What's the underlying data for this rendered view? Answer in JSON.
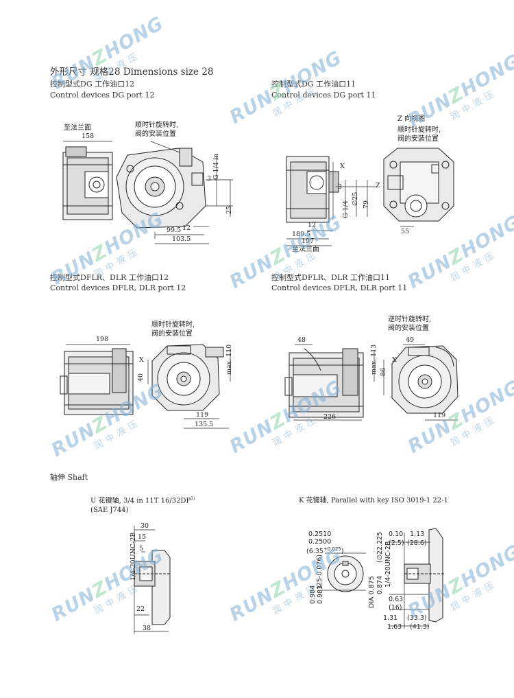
{
  "header": {
    "title": "外形尺寸 规格28  Dimensions size 28"
  },
  "sections": {
    "dg12": {
      "caption_cn": "控制型式DG 工作油口12",
      "caption_en": "Control devices DG port 12",
      "note_flange": "至法兰面",
      "note_rotation": "顺时针旋转时,",
      "note_valve": "阀的安装位置",
      "dims": {
        "d158": "158",
        "g14": "G 1/4 in",
        "d3": "3",
        "d25": "25",
        "d12": "12",
        "d995": "99.5",
        "d1035": "103.5"
      }
    },
    "dg11": {
      "caption_cn": "控制型式DG 工作油口11",
      "caption_en": "Control devices DG port 11",
      "note_view": "Z 向视图",
      "note_rotation": "顺时针旋转时,",
      "note_valve": "阀的安装位置",
      "note_flange": "至法兰面",
      "dims": {
        "x": "X",
        "z": "Z",
        "g14": "G 1/4",
        "d25": "∅25",
        "d3": "3",
        "d79": "79",
        "d12": "12",
        "d1895": "189.5",
        "d197": "197",
        "d55": "55"
      }
    },
    "dflr12": {
      "caption_cn": "控制型式DFLR、DLR 工作油口12",
      "caption_en": "Control devices DFLR, DLR port 12",
      "note_rotation": "顺时针旋转时,",
      "note_valve": "阀的安装位置",
      "dims": {
        "d198": "198",
        "x": "X",
        "d40": "40",
        "max110": "max. 110",
        "d119": "119",
        "d1355": "135.5"
      }
    },
    "dflr11": {
      "caption_cn": "控制型式DFLR、DLR 工作油口11",
      "caption_en": "Control devices DFLR, DLR port 11",
      "note_rotation": "逆时针旋转时,",
      "note_valve": "阀的安装位置",
      "dims": {
        "d48": "48",
        "d49": "49",
        "max113": "max. 113",
        "d86": "86",
        "x": "X",
        "d226": "226",
        "d119": "119"
      }
    },
    "shaft": {
      "heading": "轴伸 Shaft",
      "u_caption": "U 花键轴, 3/4 in 11T 16/32DP",
      "u_caption_sup": "1)",
      "u_standard": "(SAE J744)",
      "u_dims": {
        "thread": "1/4-20UNC-2B",
        "d30": "30",
        "d15": "15",
        "d5": "5",
        "d22": "22",
        "d38": "38"
      },
      "k_caption": "K 花键轴, Parallel with key ISO 3019-1 22-1",
      "k_dims": {
        "a": "0.2510",
        "b": "0.2500",
        "c": "(6.35",
        "c_tol": "+0.025",
        "c_end": ")",
        "d25": "(25-0.076)",
        "d984": "0.984",
        "d983": "0.983",
        "dia": "DIA 0.875",
        "dia2": "0.874",
        "dia_mm": "(∅22.225",
        "thread": "1/4-20UNC-2B",
        "d010": "0.10",
        "d113": "1.13",
        "d25mm": "(2.5)",
        "d286": "(28.6)",
        "d063": "0.63",
        "d16": "(16)",
        "d131": "1.31",
        "d333": "(33.3)",
        "d163": "1.63",
        "d413": "(41.3)"
      }
    }
  },
  "watermark": {
    "brand_a": "RUN",
    "brand_z": "Z",
    "brand_b": "HONG",
    "sub": "润中液压"
  }
}
